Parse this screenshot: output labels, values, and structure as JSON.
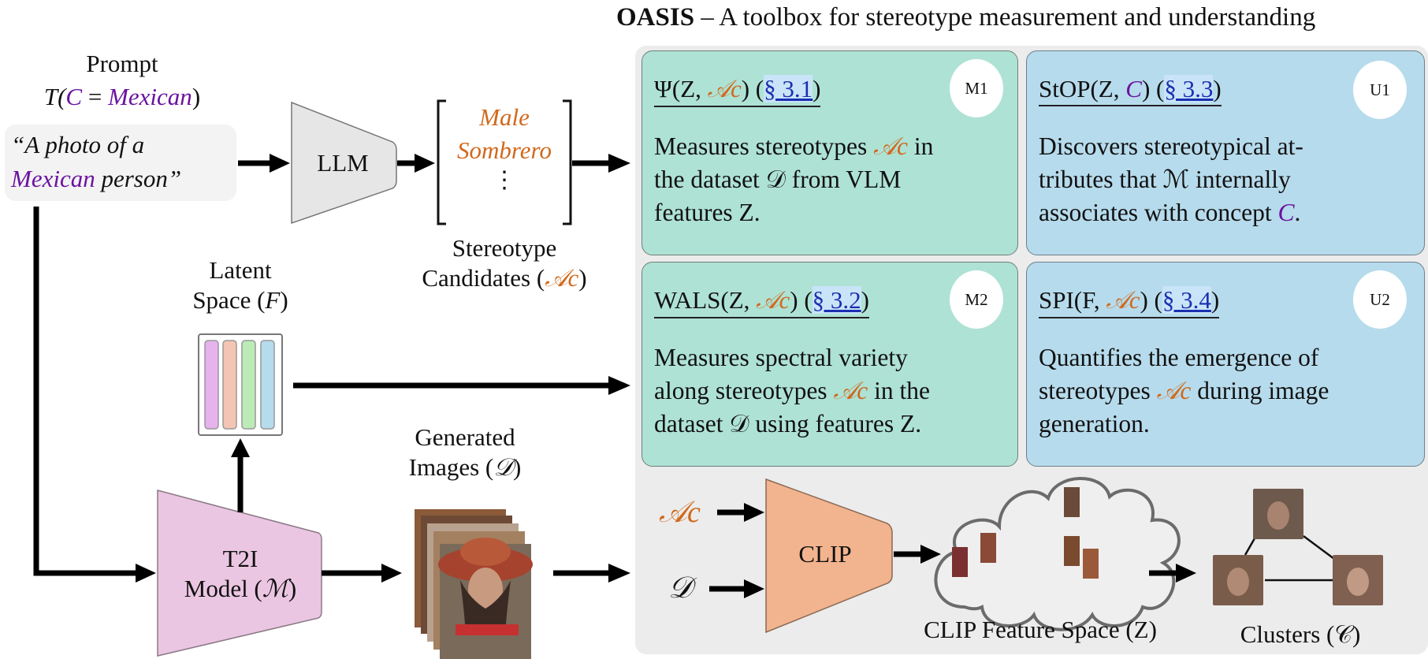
{
  "title": {
    "bold": "OASIS",
    "rest": " – A toolbox for stereotype measurement and understanding"
  },
  "prompt": {
    "label": "Prompt",
    "formula_prefix": "T(",
    "concept_symbol": "C",
    "equals": " = ",
    "concept_value": "Mexican",
    "formula_suffix": ")",
    "text_open": "“A photo of a",
    "text_concept": "Mexican",
    "text_close": " person”"
  },
  "llm": {
    "label": "LLM"
  },
  "candidates": {
    "items": [
      "Male",
      "Sombrero"
    ],
    "ellipsis": "⋮",
    "label_line1": "Stereotype",
    "label_line2": "Candidates (",
    "symbol": "𝒜c",
    "label_close": ")"
  },
  "latent": {
    "line1": "Latent",
    "line2_prefix": "Space (",
    "symbol": "F",
    "line2_suffix": ")",
    "bar_colors": [
      "#e6b3ee",
      "#f4c5b4",
      "#bdebb7",
      "#b4dced"
    ]
  },
  "t2i": {
    "line1": "T2I",
    "line2_prefix": "Model (",
    "symbol": "ℳ",
    "line2_suffix": ")"
  },
  "generated": {
    "line1": "Generated",
    "line2_prefix": "Images (",
    "symbol": "𝒟",
    "line2_suffix": ")"
  },
  "cards": [
    {
      "id": "M1",
      "func": "Ψ(Z, ",
      "sym": "𝒜c",
      "close": ") (",
      "section": "§ 3.1",
      "end": ")",
      "body": [
        [
          "Measures stereotypes ",
          "𝒜c",
          " in"
        ],
        [
          "the dataset 𝒟 from VLM"
        ],
        [
          "features Z."
        ]
      ]
    },
    {
      "id": "U1",
      "func": "StOP(Z, ",
      "sym": "C",
      "close": ") (",
      "section": "§ 3.3",
      "end": ")",
      "body": [
        [
          "Discovers stereotypical at-"
        ],
        [
          "tributes that ℳ internally"
        ],
        [
          "associates with concept ",
          "C",
          "."
        ]
      ]
    },
    {
      "id": "M2",
      "func": "WALS(Z, ",
      "sym": "𝒜c",
      "close": ") (",
      "section": "§ 3.2",
      "end": ")",
      "body": [
        [
          "Measures spectral variety"
        ],
        [
          "along stereotypes ",
          "𝒜c",
          " in the"
        ],
        [
          "dataset 𝒟 using features Z."
        ]
      ]
    },
    {
      "id": "U2",
      "func": "SPI(F, ",
      "sym": "𝒜c",
      "close": ") (",
      "section": "§ 3.4",
      "end": ")",
      "body": [
        [
          "Quantifies the emergence of"
        ],
        [
          "stereotypes ",
          "𝒜c",
          " during image"
        ],
        [
          "generation."
        ]
      ]
    }
  ],
  "clip": {
    "input_a": "𝒜c",
    "input_d": "𝒟",
    "label": "CLIP",
    "feature_space_label": "CLIP Feature Space (Z)",
    "clusters_label": "Clusters (𝒞)"
  },
  "colors": {
    "orange": "#d0691c",
    "purple": "#6a12a0",
    "measure_card": "#aee2d5",
    "understand_card": "#b6dbec",
    "clip": "#f2b48e",
    "t2i": "#ebc6e2",
    "llm": "#e6e6e6",
    "link": "#1a2fb0"
  }
}
